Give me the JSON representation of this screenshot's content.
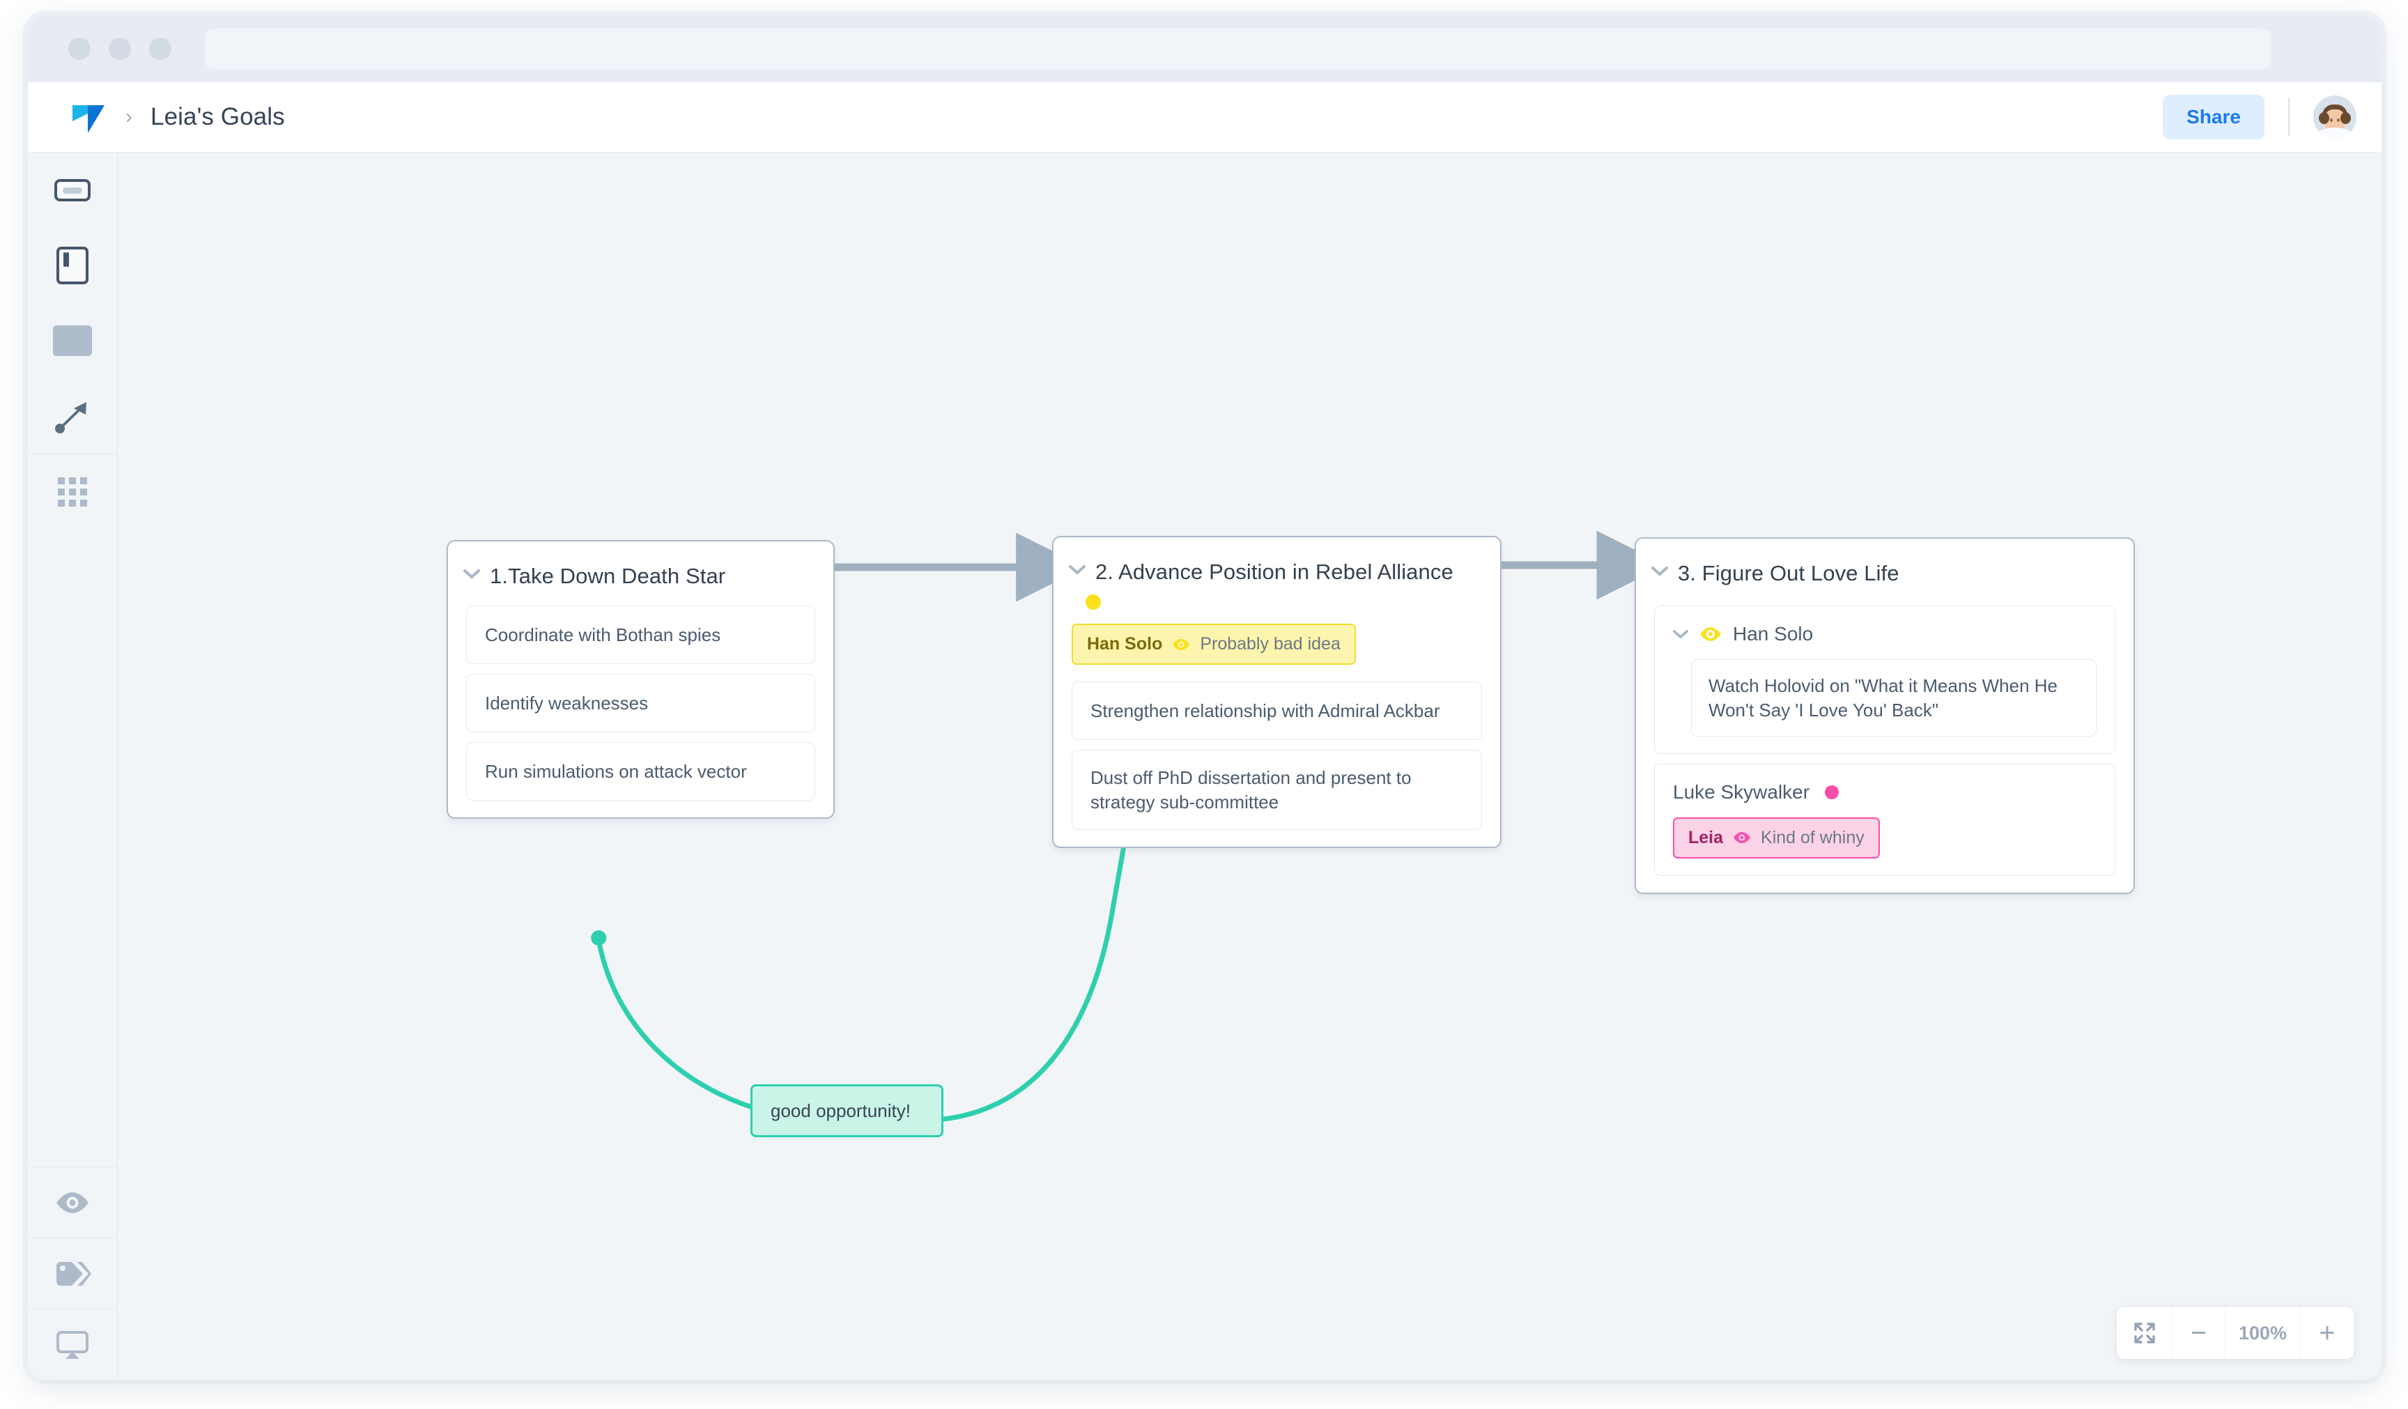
{
  "browser": {
    "url_value": "",
    "url_placeholder": ""
  },
  "header": {
    "logo_name": "app-logo",
    "breadcrumb_separator": "›",
    "title": "Leia's Goals",
    "share_label": "Share"
  },
  "sidebar": {
    "tools": [
      {
        "name": "card-tool",
        "icon": "card-icon"
      },
      {
        "name": "card-list-tool",
        "icon": "card-list-icon"
      },
      {
        "name": "frame-tool",
        "icon": "frame-icon"
      },
      {
        "name": "connector-tool",
        "icon": "arrow-connector-icon"
      },
      {
        "name": "grid-tool",
        "icon": "grid-icon"
      }
    ],
    "bottom_tools": [
      {
        "name": "visibility-tool",
        "icon": "eye-icon"
      },
      {
        "name": "tags-tool",
        "icon": "tags-icon"
      },
      {
        "name": "present-tool",
        "icon": "present-screen-icon"
      }
    ]
  },
  "canvas": {
    "cards": [
      {
        "id": "card-1",
        "title": "1.Take Down Death Star",
        "status_dot": null,
        "items": [
          "Coordinate with Bothan spies",
          "Identify weaknesses",
          "Run simulations on attack vector"
        ]
      },
      {
        "id": "card-2",
        "title": "2. Advance Position in Rebel Alliance",
        "status_dot": "#fbe01c",
        "comment": {
          "author": "Han Solo",
          "text": "Probably bad idea",
          "color": "#fbe01c"
        },
        "items": [
          "Strengthen relationship with Admiral Ackbar",
          "Dust off PhD dissertation and present to strategy sub-committee"
        ]
      },
      {
        "id": "card-3",
        "title": "3. Figure Out Love Life",
        "groups": [
          {
            "name": "Han Solo",
            "icon": "eye-icon",
            "icon_color": "#fbe01c",
            "items": [
              "Watch Holovid on \"What it Means When He Won't Say 'I Love You' Back\""
            ]
          },
          {
            "name": "Luke Skywalker",
            "dot_color": "#fa4eab",
            "comment": {
              "author": "Leia",
              "text": "Kind of whiny",
              "color": "#fa4eab"
            }
          }
        ]
      }
    ],
    "note": {
      "id": "sticky-note-1",
      "text": "good opportunity!",
      "color": "#2ecfae"
    },
    "connectors": [
      {
        "from": "card-1",
        "to": "card-2",
        "color": "#9fb0c0"
      },
      {
        "from": "card-2",
        "to": "card-3",
        "color": "#9fb0c0"
      },
      {
        "from": "card-1",
        "to": "sticky-note-1",
        "color": "#2ecfae"
      },
      {
        "from": "sticky-note-1",
        "to": "card-2",
        "color": "#2ecfae"
      }
    ]
  },
  "zoom_control": {
    "fit_label": "fit-to-screen-icon",
    "minus_label": "−",
    "level": "100%",
    "plus_label": "+"
  }
}
